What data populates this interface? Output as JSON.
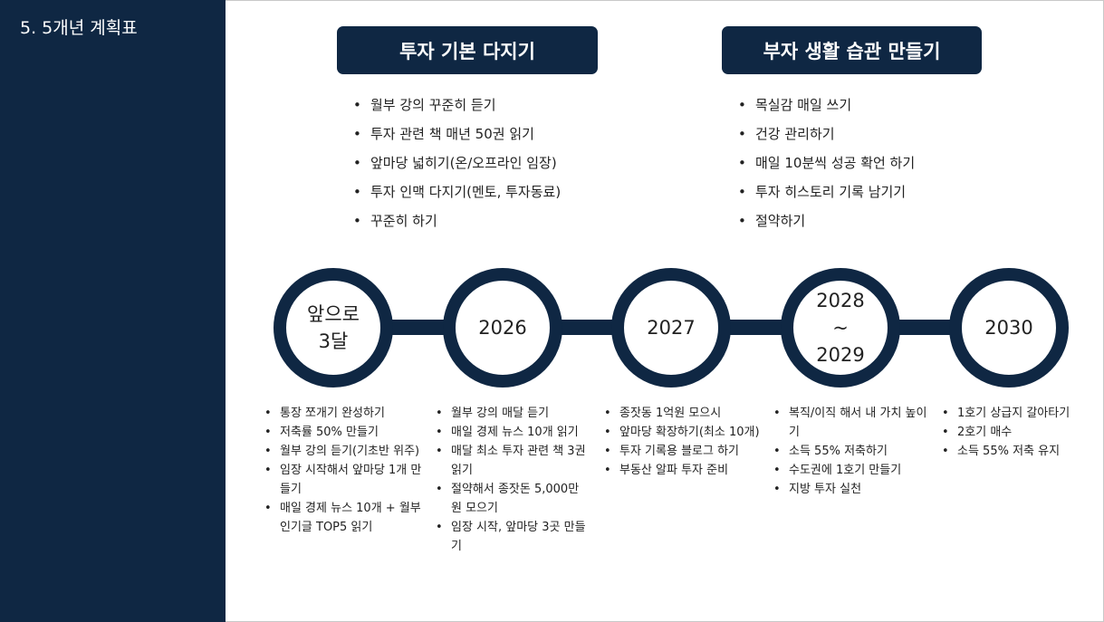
{
  "slide": {
    "title": "5. 5개년 계획표"
  },
  "headers": {
    "left": "투자 기본 다지기",
    "right": "부자 생활 습관 만들기"
  },
  "goals": {
    "left": [
      "월부 강의 꾸준히 듣기",
      "투자 관련 책 매년 50권 읽기",
      "앞마당 넓히기(온/오프라인 임장)",
      "투자 인맥 다지기(멘토, 투자동료)",
      "꾸준히 하기"
    ],
    "right": [
      "목실감 매일 쓰기",
      "건강 관리하기",
      "매일 10분씩 성공 확언 하기",
      "투자 히스토리 기록 남기기",
      "절약하기"
    ]
  },
  "timeline": {
    "milestones": [
      {
        "lines": [
          "앞으로",
          "3달"
        ]
      },
      {
        "lines": [
          "2026"
        ]
      },
      {
        "lines": [
          "2027"
        ]
      },
      {
        "lines": [
          "2028",
          "~",
          "2029"
        ]
      },
      {
        "lines": [
          "2030"
        ]
      }
    ],
    "plans": [
      [
        "통장 쪼개기 완성하기",
        "저축률 50% 만들기",
        "월부 강의 듣기(기초반 위주)",
        "임장 시작해서 앞마당 1개 만들기",
        "매일 경제 뉴스 10개 + 월부 인기글 TOP5 읽기"
      ],
      [
        "월부 강의 매달 듣기",
        "매일 경제 뉴스 10개 읽기",
        "매달 최소 투자 관련 책 3권 읽기",
        "절약해서 종잣돈 5,000만원 모으기",
        "임장 시작, 앞마당 3곳 만들기"
      ],
      [
        "종잣동 1억원 모으시",
        "앞마당 확장하기(최소 10개)",
        "투자 기록용 블로그 하기",
        "부동산 알파 투자 준비"
      ],
      [
        "복직/이직 해서 내 가치 높이기",
        "소득 55% 저축하기",
        "수도권에 1호기 만들기",
        "지방 투자 실천"
      ],
      [
        "1호기 상급지 갈아타기",
        "2호기 매수",
        "소득 55% 저축 유지"
      ]
    ]
  },
  "colors": {
    "navy": "#0f2743",
    "white": "#ffffff"
  }
}
